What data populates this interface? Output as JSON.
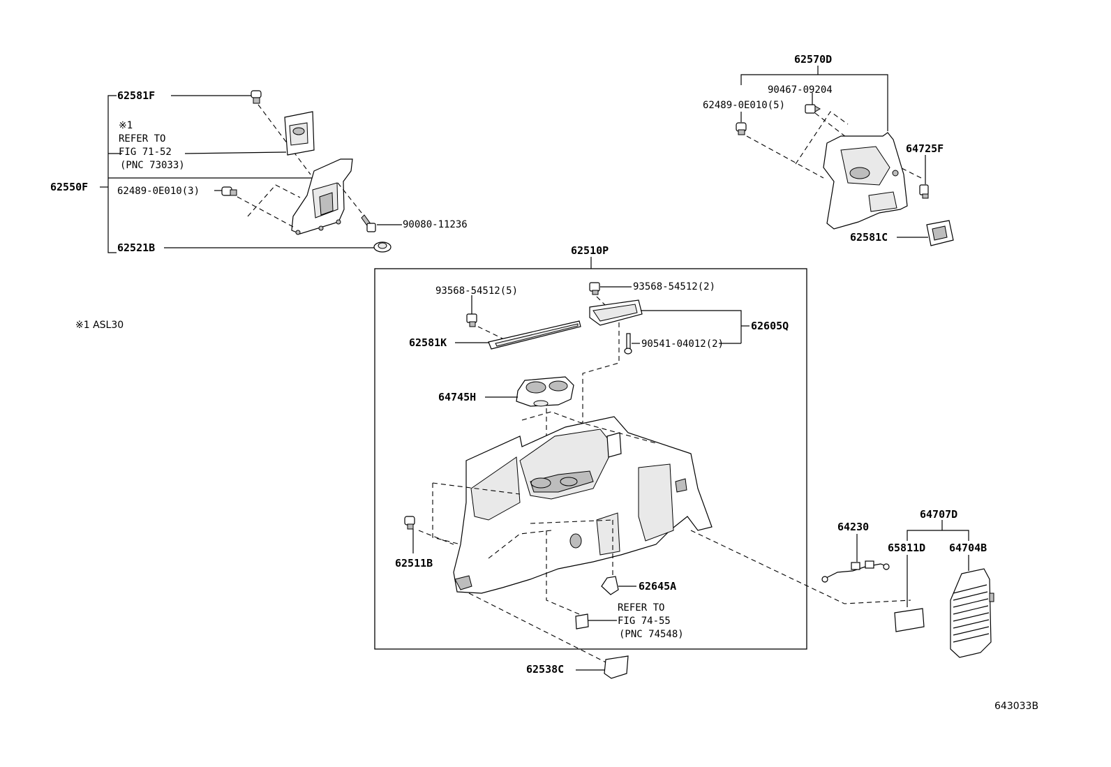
{
  "diagram_id": "643033B",
  "footnote": "※1  ASL30",
  "labels": {
    "p62581F": "62581F",
    "note_mark": "※1",
    "refer1_line1": "REFER TO",
    "refer1_line2": "FIG 71-52",
    "refer1_line3": "(PNC 73033)",
    "p62550F": "62550F",
    "p62489_3": "62489-0E010(3)",
    "p90080": "90080-11236",
    "p62521B": "62521B",
    "p62570D": "62570D",
    "p90467": "90467-09204",
    "p62489_5": "62489-0E010(5)",
    "p64725F": "64725F",
    "p62581C": "62581C",
    "p62510P": "62510P",
    "p93568_5": "93568-54512(5)",
    "p93568_2": "93568-54512(2)",
    "p62605Q": "62605Q",
    "p62581K": "62581K",
    "p90541": "90541-04012(2)",
    "p64745H": "64745H",
    "p62511B": "62511B",
    "p62645A": "62645A",
    "refer2_line1": "REFER TO",
    "refer2_line2": "FIG 74-55",
    "refer2_line3": "(PNC 74548)",
    "p62538C": "62538C",
    "p64230": "64230",
    "p64707D": "64707D",
    "p65811D": "65811D",
    "p64704B": "64704B"
  }
}
